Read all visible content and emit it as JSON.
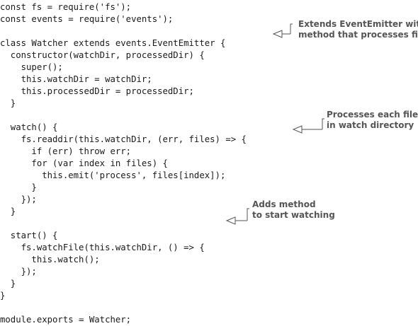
{
  "code_lines": [
    "const fs = require('fs');",
    "const events = require('events');",
    "",
    "class Watcher extends events.EventEmitter {",
    "  constructor(watchDir, processedDir) {",
    "    super();",
    "    this.watchDir = watchDir;",
    "    this.processedDir = processedDir;",
    "  }",
    "",
    "  watch() {",
    "    fs.readdir(this.watchDir, (err, files) => {",
    "      if (err) throw err;",
    "      for (var index in files) {",
    "        this.emit('process', files[index]);",
    "      }",
    "    });",
    "  }",
    "",
    "  start() {",
    "    fs.watchFile(this.watchDir, () => {",
    "      this.watch();",
    "    });",
    "  }",
    "}",
    "",
    "module.exports = Watcher;"
  ],
  "annotations": [
    {
      "lines": [
        "Extends EventEmitter with",
        "method that processes files"
      ]
    },
    {
      "lines": [
        "Processes each file",
        "in watch directory"
      ]
    },
    {
      "lines": [
        "Adds method",
        "to start watching"
      ]
    }
  ]
}
